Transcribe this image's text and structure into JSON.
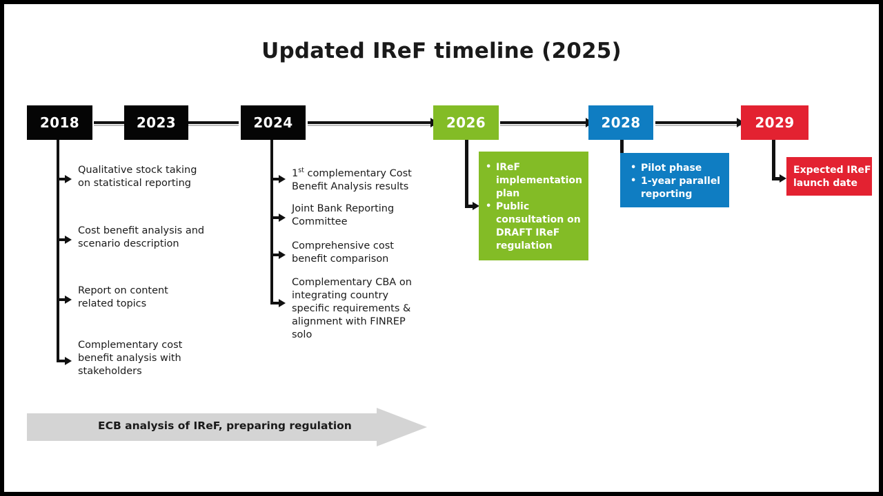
{
  "slide": {
    "title": "Updated IReF timeline (2025)",
    "background": "#ffffff",
    "frame_color": "#000000"
  },
  "colors": {
    "black": "#050505",
    "green": "#83bc26",
    "blue": "#0f7dc2",
    "red": "#e32231",
    "banner_grey": "#d4d4d4",
    "text": "#1a1a1a"
  },
  "timeline": {
    "milestones": [
      {
        "year": "2018",
        "color": "black"
      },
      {
        "year": "2023",
        "color": "black"
      },
      {
        "year": "2024",
        "color": "black"
      },
      {
        "year": "2026",
        "color": "green"
      },
      {
        "year": "2028",
        "color": "blue"
      },
      {
        "year": "2029",
        "color": "red"
      }
    ]
  },
  "col_2018": {
    "items": [
      {
        "line1": "Qualitative stock taking",
        "line2": "on statistical reporting"
      },
      {
        "line1": "Cost benefit analysis and",
        "line2": "scenario description"
      },
      {
        "line1": "Report on content",
        "line2": "related topics"
      },
      {
        "line1": "Complementary cost",
        "line2": "benefit analysis with",
        "line3": "stakeholders"
      }
    ]
  },
  "col_2024": {
    "items": [
      {
        "pre": "1",
        "sup": "st",
        "post": " complementary Cost",
        "line2": "Benefit Analysis results"
      },
      {
        "line1": "Joint Bank Reporting",
        "line2": "Committee"
      },
      {
        "line1": "Comprehensive cost",
        "line2": "benefit comparison"
      },
      {
        "line1": "Complementary CBA on",
        "line2": "integrating country",
        "line3": "specific requirements &",
        "line4": "alignment with FINREP",
        "line5": "solo"
      }
    ]
  },
  "callout_2026": {
    "color": "#83bc26",
    "bullets": [
      "IReF implementation plan",
      "Public consultation on DRAFT IReF regulation"
    ]
  },
  "callout_2028": {
    "color": "#0f7dc2",
    "bullets": [
      "Pilot phase",
      "1-year parallel reporting"
    ]
  },
  "callout_2029": {
    "color": "#e32231",
    "text_line1": "Expected IReF",
    "text_line2": "launch date"
  },
  "banner": {
    "label": "ECB analysis of IReF, preparing regulation"
  }
}
